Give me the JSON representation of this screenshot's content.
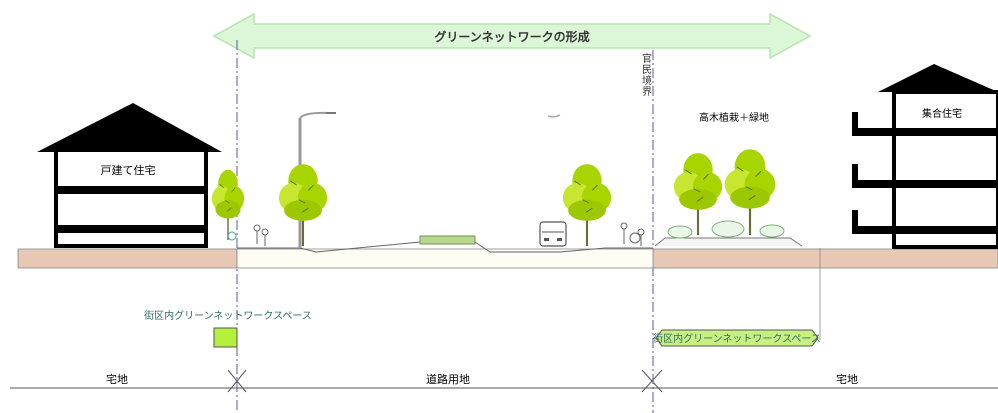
{
  "title_arrow": "グリーンネットワークの形成",
  "boundary_label": "官民境界",
  "buildings": {
    "detached_house": "戸建て住宅",
    "apartment": "集合住宅"
  },
  "planting_label": "高木植栽＋緑地",
  "green_space_left": "街区内グリーンネットワークスペース",
  "green_space_right": "街区内グリーンネットワークスペース",
  "zones": {
    "left": "宅地",
    "center": "道路用地",
    "right": "宅地"
  },
  "colors": {
    "arrow_fill": "#dcf7d7",
    "arrow_stroke": "#b4e6aa",
    "ground": "#e6c8b4",
    "tree_green": "#a8d400",
    "green_box": "#b4f03c",
    "label_teal": "#2f6b6b",
    "building": "#000000"
  }
}
